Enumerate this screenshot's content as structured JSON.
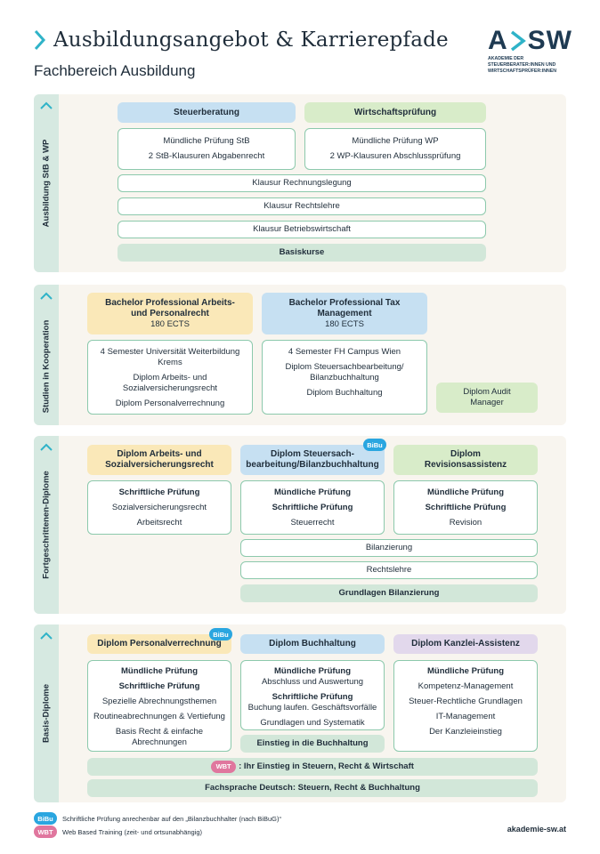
{
  "header": {
    "title": "Ausbildungsangebot & Karrierepfade",
    "subtitle": "Fachbereich Ausbildung",
    "logo_letters_left": "A",
    "logo_letters_right": "SW",
    "logo_line1": "AKADEMIE DER",
    "logo_line2": "STEUERBERATER:INNEN UND",
    "logo_line3": "WIRTSCHAFTSPRÜFER:INNEN"
  },
  "sections": {
    "stb_wp": {
      "label": "Ausbildung StB & WP",
      "steuerberatung": "Steuerberatung",
      "wirtschaftspruefung": "Wirtschaftsprüfung",
      "stb_items": [
        "Mündliche Prüfung StB",
        "2 StB-Klausuren Abgabenrecht"
      ],
      "wp_items": [
        "Mündliche Prüfung WP",
        "2 WP-Klausuren Abschlussprüfung"
      ],
      "rows": [
        "Klausur Rechnungslegung",
        "Klausur Rechtslehre",
        "Klausur Betriebswirtschaft",
        "Basiskurse"
      ]
    },
    "kooperation": {
      "label": "Studien in Kooperation",
      "ba1_title": "Bachelor Professional Arbeits- und Personalrecht",
      "ba1_ects": "180 ECTS",
      "ba2_title": "Bachelor Professional Tax Management",
      "ba2_ects": "180 ECTS",
      "ba1_items": [
        "4 Semester Universität Weiterbildung Krems",
        "Diplom Arbeits- und Sozialversicherungsrecht",
        "Diplom Personalverrechnung"
      ],
      "ba2_items": [
        "4 Semester FH Campus Wien",
        "Diplom Steuersachbearbeitung/ Bilanzbuchhaltung",
        "Diplom Buchhaltung"
      ],
      "audit": "Diplom Audit Manager"
    },
    "fortgeschritten": {
      "label": "Fortgeschrittenen-Diplome",
      "col1_title": "Diplom Arbeits- und Sozialversicherungsrecht",
      "col2_title": "Diplom Steuersach-bearbeitung/Bilanzbuchhaltung",
      "col3_title": "Diplom Revisionsassistenz",
      "badge": "BiBu",
      "col1_items": [
        "Schriftliche Prüfung",
        "Sozialversicherungsrecht",
        "Arbeitsrecht"
      ],
      "col2_items": [
        "Mündliche Prüfung",
        "Schriftliche Prüfung",
        "Steuerrecht"
      ],
      "col3_items": [
        "Mündliche Prüfung",
        "Schriftliche Prüfung",
        "Revision"
      ],
      "rows": [
        "Bilanzierung",
        "Rechtslehre",
        "Grundlagen Bilanzierung"
      ]
    },
    "basis": {
      "label": "Basis-Diplome",
      "col1_title": "Diplom Personalverrechnung",
      "col2_title": "Diplom Buchhaltung",
      "col3_title": "Diplom Kanzlei-Assistenz",
      "badge": "BiBu",
      "col1_items": [
        "Mündliche Prüfung",
        "Schriftliche Prüfung",
        "Spezielle Abrechnungsthemen",
        "Routineabrechnungen & Vertiefung",
        "Basis Recht & einfache Abrechnungen"
      ],
      "col2_items": [
        "Mündliche Prüfung",
        "Abschluss und Auswertung",
        "Schriftliche Prüfung",
        "Buchung laufen. Geschäftsvorfälle",
        "Grundlagen und Systematik"
      ],
      "col2_bottom": "Einstieg in die Buchhaltung",
      "col3_items": [
        "Mündliche Prüfung",
        "Kompetenz-Management",
        "Steuer-Rechtliche Grundlagen",
        "IT-Management",
        "Der Kanzleieinstieg"
      ],
      "wbt_badge": "WBT",
      "wbt_row": ": Ihr Einstieg in Steuern, Recht & Wirtschaft",
      "fach_row": "Fachsprache Deutsch: Steuern, Recht & Buchhaltung"
    }
  },
  "footer": {
    "bibu_badge": "BiBu",
    "bibu_text": "Schriftliche Prüfung anrechenbar auf den „Bilanzbuchhalter (nach BiBuG)“",
    "wbt_badge": "WBT",
    "wbt_text": "Web Based Training (zeit- und ortsunabhängig)",
    "website": "akademie-sw.at"
  },
  "colors": {
    "teal": "#2fb3c8",
    "panel_bg": "#f8f5ef",
    "tab_green": "#d6e9e1",
    "outline_green": "#8cc9ac",
    "blue": "#c6e0f2",
    "yellow": "#fae8b8",
    "purple": "#e2d8ec",
    "bibu_blue": "#2aa6e0",
    "wbt_pink": "#e0769e"
  }
}
